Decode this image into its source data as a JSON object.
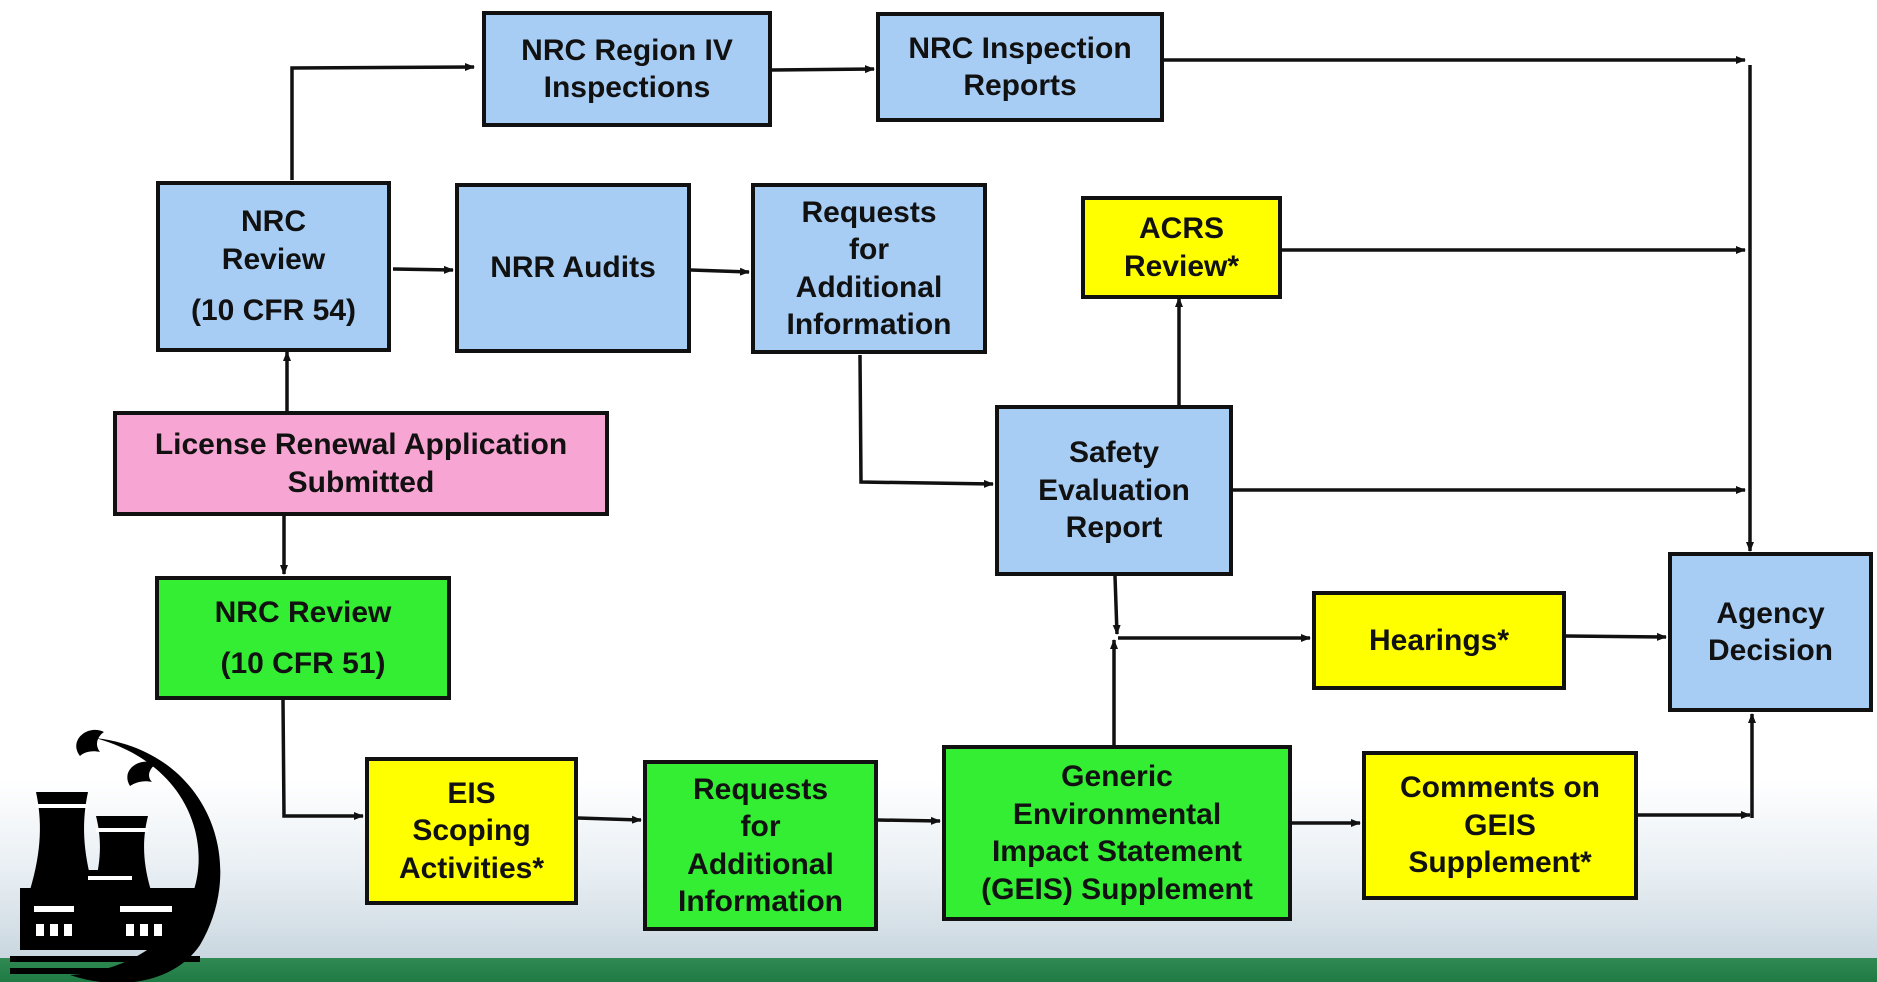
{
  "boxes": {
    "nrc_review_54": {
      "line1": "NRC",
      "line2": "Review",
      "line3": "(10 CFR 54)"
    },
    "region_iv": {
      "line1": "NRC Region IV",
      "line2": "Inspections"
    },
    "inspection_reports": {
      "line1": "NRC Inspection",
      "line2": "Reports"
    },
    "nrr_audits": {
      "line1": "NRR Audits"
    },
    "rai_safety": {
      "line1": "Requests",
      "line2": "for",
      "line3": "Additional",
      "line4": "Information"
    },
    "acrs": {
      "line1": "ACRS",
      "line2": "Review*"
    },
    "lra": {
      "line1": "License Renewal Application",
      "line2": "Submitted"
    },
    "ser": {
      "line1": "Safety",
      "line2": "Evaluation",
      "line3": "Report"
    },
    "nrc_review_51": {
      "line1": "NRC Review",
      "line2": "(10 CFR 51)"
    },
    "hearings": {
      "line1": "Hearings*"
    },
    "agency_decision": {
      "line1": "Agency",
      "line2": "Decision"
    },
    "eis_scoping": {
      "line1": "EIS",
      "line2": "Scoping",
      "line3": "Activities*"
    },
    "rai_env": {
      "line1": "Requests",
      "line2": "for",
      "line3": "Additional",
      "line4": "Information"
    },
    "geis": {
      "line1": "Generic",
      "line2": "Environmental",
      "line3": "Impact Statement",
      "line4": "(GEIS) Supplement"
    },
    "comments_geis": {
      "line1": "Comments on",
      "line2": "GEIS",
      "line3": "Supplement*"
    }
  },
  "colors": {
    "blue": "#a7cdf5",
    "pink": "#f7a6d3",
    "green": "#33ee33",
    "yellow": "#ffff00",
    "band_green": "#1f7a44"
  },
  "logo": {
    "icon": "nuclear-plant-logo-icon"
  }
}
